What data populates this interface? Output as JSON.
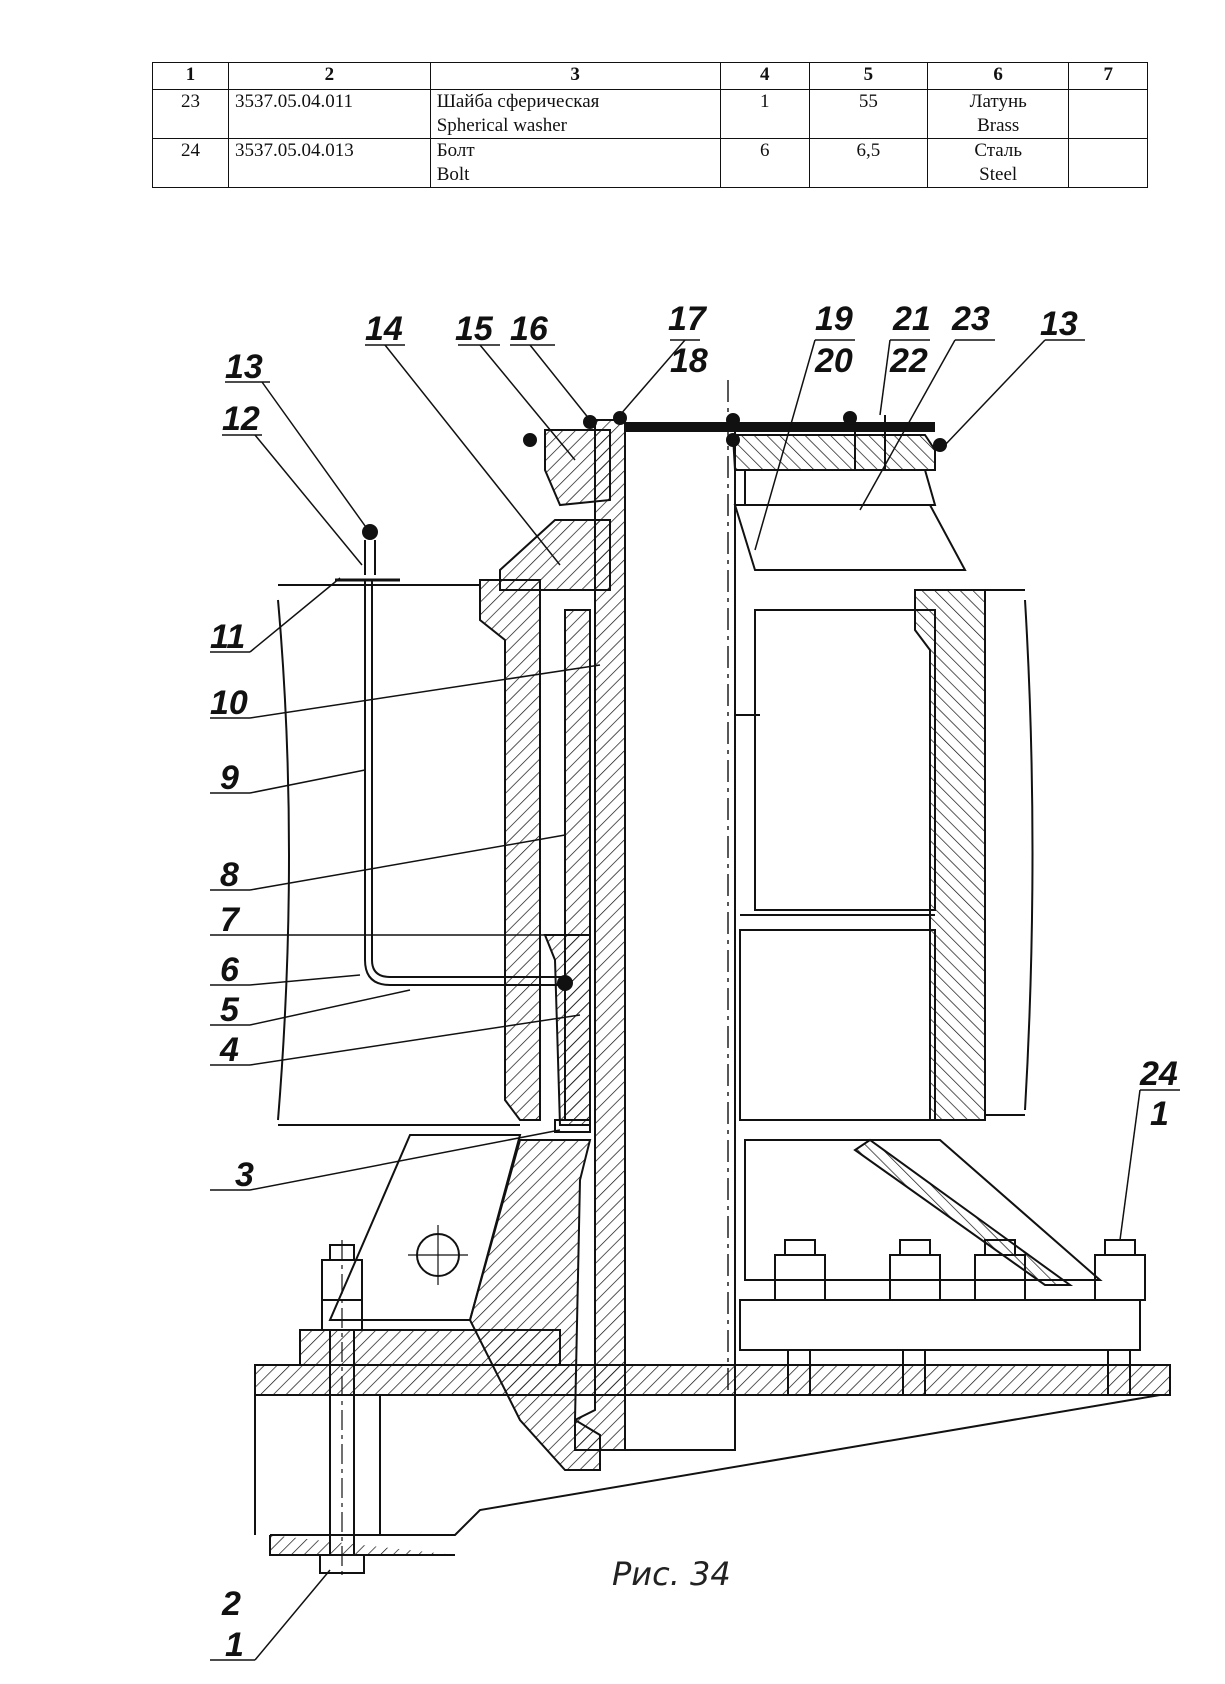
{
  "table": {
    "headers": [
      "1",
      "2",
      "3",
      "4",
      "5",
      "6",
      "7"
    ],
    "rows": [
      {
        "pos": "23",
        "designation": "3537.05.04.011",
        "name_ru": "Шайба сферическая",
        "name_en": "Spherical washer",
        "qty": "1",
        "mass": "55",
        "material_ru": "Латунь",
        "material_en": "Brass",
        "note": ""
      },
      {
        "pos": "24",
        "designation": "3537.05.04.013",
        "name_ru": "Болт",
        "name_en": "Bolt",
        "qty": "6",
        "mass": "6,5",
        "material_ru": "Сталь",
        "material_en": "Steel",
        "note": ""
      }
    ]
  },
  "drawing": {
    "callouts": {
      "c13a": "13",
      "c12": "12",
      "c11": "11",
      "c10": "10",
      "c9": "9",
      "c8": "8",
      "c7": "7",
      "c6": "6",
      "c5": "5",
      "c4": "4",
      "c3": "3",
      "c2": "2",
      "c1a": "1",
      "c14": "14",
      "c15": "15",
      "c16": "16",
      "c17": "17",
      "c18": "18",
      "c19": "19",
      "c20": "20",
      "c21": "21",
      "c22": "22",
      "c23": "23",
      "c13b": "13",
      "c24": "24",
      "c1b": "1"
    },
    "caption": "Рис. 34"
  }
}
